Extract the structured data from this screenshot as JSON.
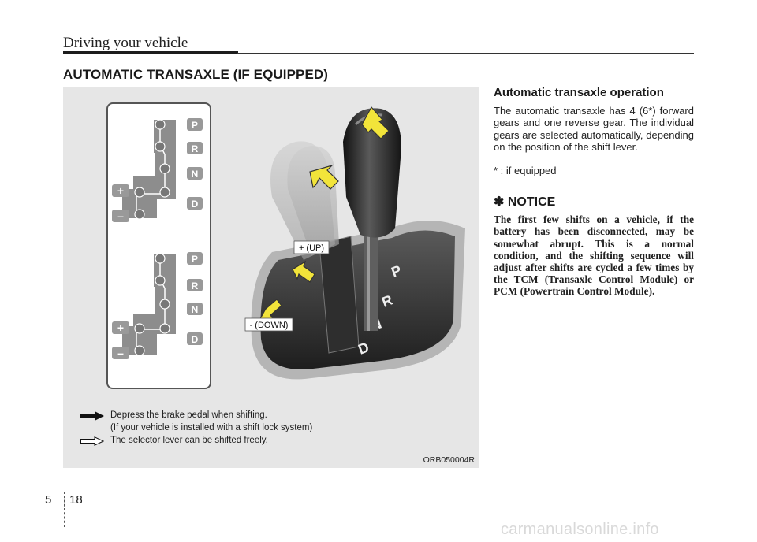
{
  "header": {
    "title": "Driving your vehicle"
  },
  "section": {
    "title": "AUTOMATIC TRANSAXLE (IF EQUIPPED)"
  },
  "figure": {
    "gate_upper": [
      "P",
      "R",
      "N",
      "D"
    ],
    "gate_lower": [
      "P",
      "R",
      "N",
      "D"
    ],
    "gate_plus": "+",
    "gate_minus": "–",
    "console_letters": [
      "P",
      "R",
      "N",
      "D"
    ],
    "label_up": "+ (UP)",
    "label_down": "- (DOWN)",
    "legend_solid_1": "Depress the brake pedal when shifting.",
    "legend_solid_2": "(If your vehicle is installed with a shift lock system)",
    "legend_outline": "The selector lever can be shifted freely.",
    "code": "ORB050004R",
    "colors": {
      "background": "#e6e6e6",
      "arrow_fill": "#f2e43a",
      "gate_box": "#8d8d8d"
    }
  },
  "operation": {
    "heading": "Automatic transaxle operation",
    "body": "The automatic transaxle has 4 (6*) forward gears and one reverse gear. The individual gears are selected automatically, depending on the position of the shift lever.",
    "footnote": "* : if equipped"
  },
  "notice": {
    "heading": "✽ NOTICE",
    "body": "The first few shifts on a vehicle, if the battery has been disconnected, may be somewhat abrupt. This is a normal condition, and the shifting sequence will adjust after shifts are cycled a few times by the TCM (Transaxle Control Module) or PCM (Powertrain Control Module)."
  },
  "footer": {
    "chapter": "5",
    "page": "18",
    "watermark": "carmanualsonline.info"
  }
}
